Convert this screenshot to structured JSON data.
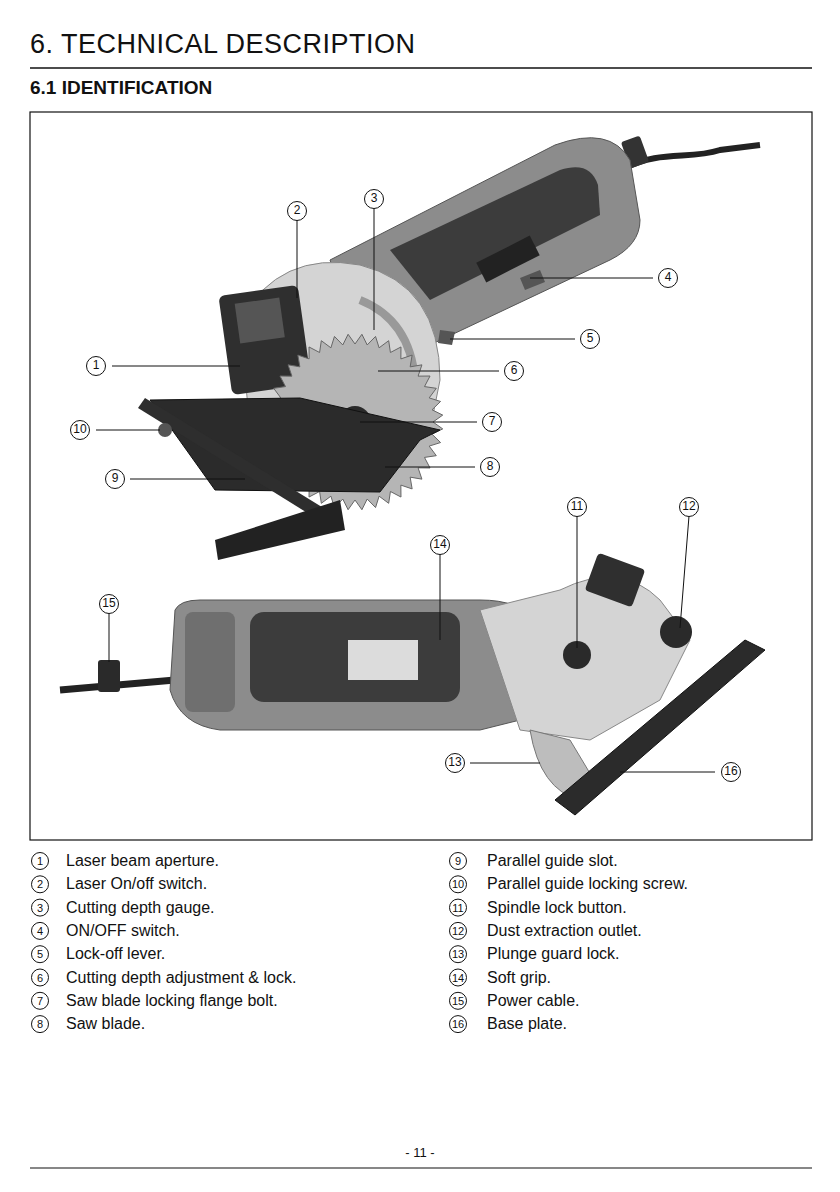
{
  "diagram": {
    "title": "6. TECHNICAL DESCRIPTION",
    "labels": [
      "6.1 IDENTIFICATION",
      "1",
      "2",
      "3",
      "4",
      "5",
      "6",
      "7",
      "8",
      "9",
      "10",
      "11",
      "12",
      "13",
      "14",
      "15",
      "16",
      "1",
      "Laser beam aperture.",
      "2",
      "Laser On/off switch.",
      "3",
      "Cutting depth gauge.",
      "4",
      "ON/OFF switch.",
      "5",
      "Lock-off lever.",
      "6",
      "Cutting depth adjustment & lock.",
      "7",
      "Saw blade locking flange bolt.",
      "8",
      "Saw blade.",
      "9",
      "Parallel guide slot.",
      "10",
      "Parallel guide locking screw.",
      "11",
      "Spindle lock button.",
      "12",
      "Dust extraction outlet.",
      "13",
      "Plunge guard lock.",
      "14",
      "Soft grip.",
      "15",
      "Power cable.",
      "16",
      "Base plate.",
      "- 11 -"
    ]
  }
}
